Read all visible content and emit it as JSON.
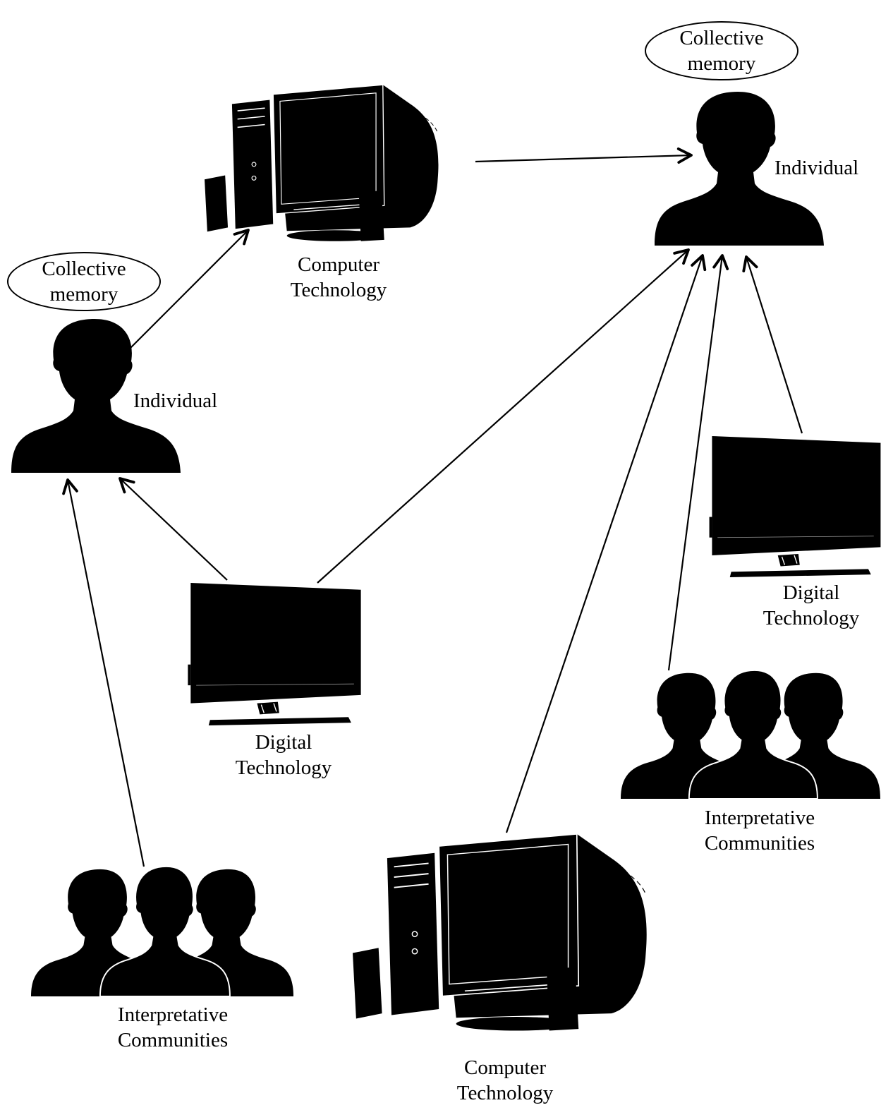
{
  "labels": {
    "collective_memory_line1": "Collective",
    "collective_memory_line2": "memory",
    "individual": "Individual",
    "computer_line1": "Computer",
    "computer_line2": "Technology",
    "digital_line1": "Digital",
    "digital_line2": "Technology",
    "communities_line1": "Interpretative",
    "communities_line2": "Communities"
  },
  "colors": {
    "ink": "#000000",
    "background": "#ffffff",
    "highlight": "#ffffff"
  },
  "icons": {
    "person": "person-silhouette-icon",
    "group": "group-silhouette-icon",
    "crt_computer": "crt-computer-icon",
    "flat_monitor": "flat-monitor-icon"
  }
}
